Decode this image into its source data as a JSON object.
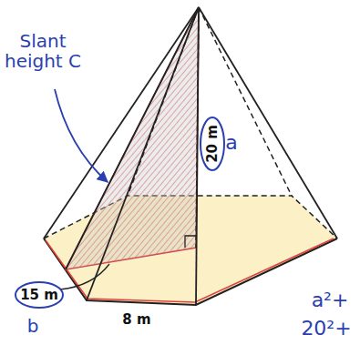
{
  "diagram": {
    "labels": [
      "Slant height C",
      "20 m",
      "a",
      "15 m",
      "b",
      "8 m",
      "a²+",
      "20²+"
    ]
  }
}
